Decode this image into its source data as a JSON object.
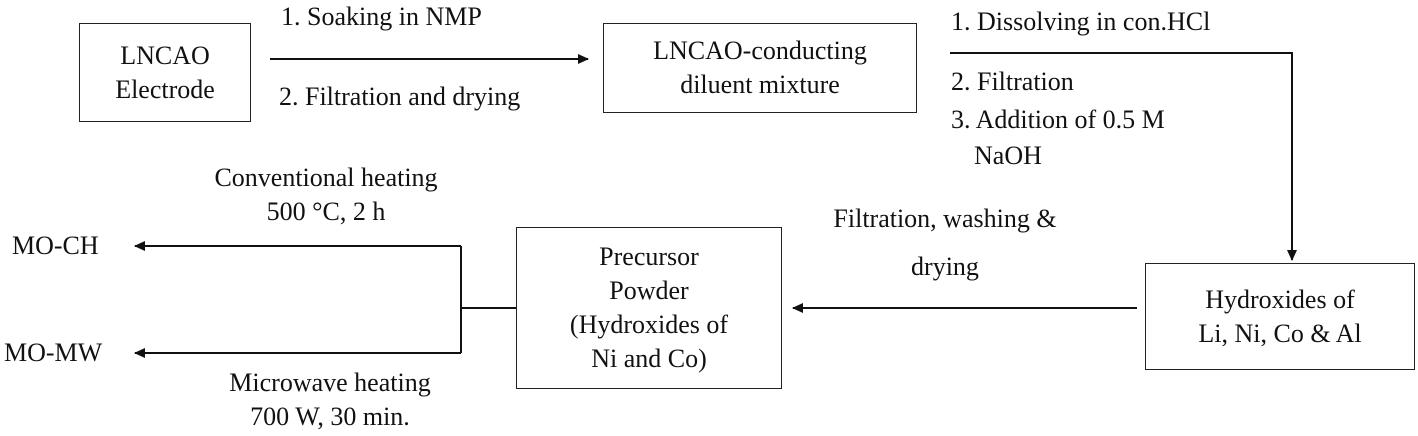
{
  "nodes": {
    "electrode": [
      "LNCAO",
      "Electrode"
    ],
    "mixture": [
      "LNCAO-conducting",
      "diluent mixture"
    ],
    "hydroxides": [
      "Hydroxides of",
      "Li, Ni, Co & Al"
    ],
    "precursor": [
      "Precursor",
      "Powder",
      "(Hydroxides of",
      "Ni and Co)"
    ],
    "mo_ch": "MO-CH",
    "mo_mw": "MO-MW"
  },
  "steps": {
    "step1_top": "1.  Soaking in NMP",
    "step1_bottom": "2. Filtration and drying",
    "step2": [
      "1. Dissolving in con.HCl",
      "2. Filtration",
      "3. Addition of 0.5 M",
      "NaOH"
    ],
    "step3": [
      "Filtration, washing &",
      "drying"
    ],
    "conventional": [
      "Conventional heating",
      "500 °C, 2 h"
    ],
    "microwave": [
      "Microwave heating",
      "700 W, 30 min."
    ]
  }
}
